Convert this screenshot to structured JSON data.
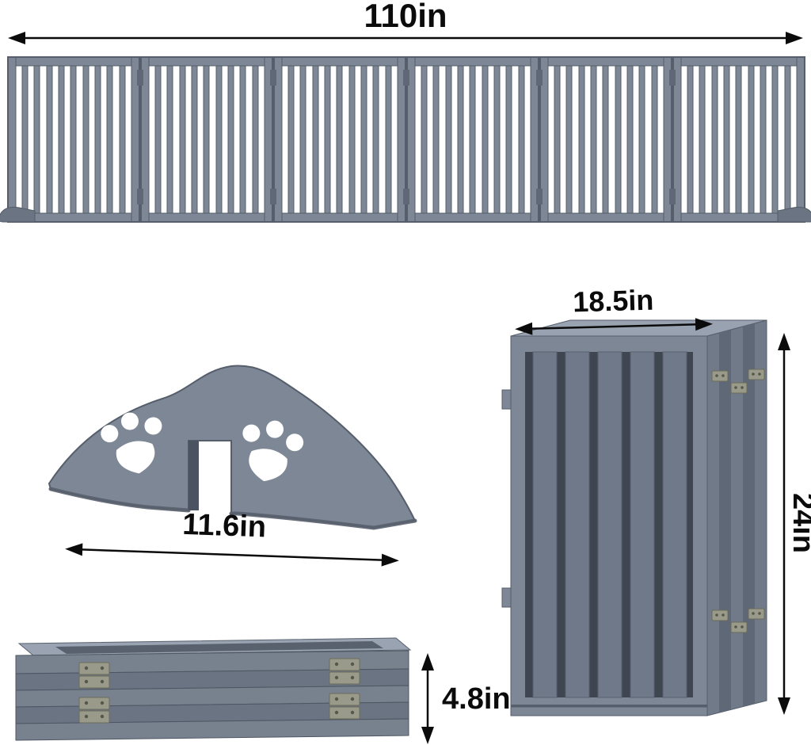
{
  "title": "Folding pet gate dimension diagram",
  "sections": {
    "expanded_gate": {
      "name": "fully expanded 6-panel gate, front view",
      "label": "110in",
      "panels": 6,
      "bars_per_panel": 9
    },
    "support_foot": {
      "name": "paw-print support foot, side view",
      "label": "11.6in"
    },
    "standing_folded_gate": {
      "name": "folded gate standing upright, perspective view",
      "width_label": "18.5in",
      "height_label": "24in"
    },
    "flat_folded_gate": {
      "name": "folded gate lying flat, side view",
      "label": "4.8in"
    }
  },
  "colors": {
    "gate_main": "#7D8795",
    "gate_mid": "#6F7989",
    "gate_dark": "#565E6B",
    "recess_shadow": "#3F4551",
    "gate_light": "#98A2B0",
    "hinge_metal": "#9A9A8A",
    "arrow": "#0B0B0B",
    "background": "#FFFFFF"
  }
}
